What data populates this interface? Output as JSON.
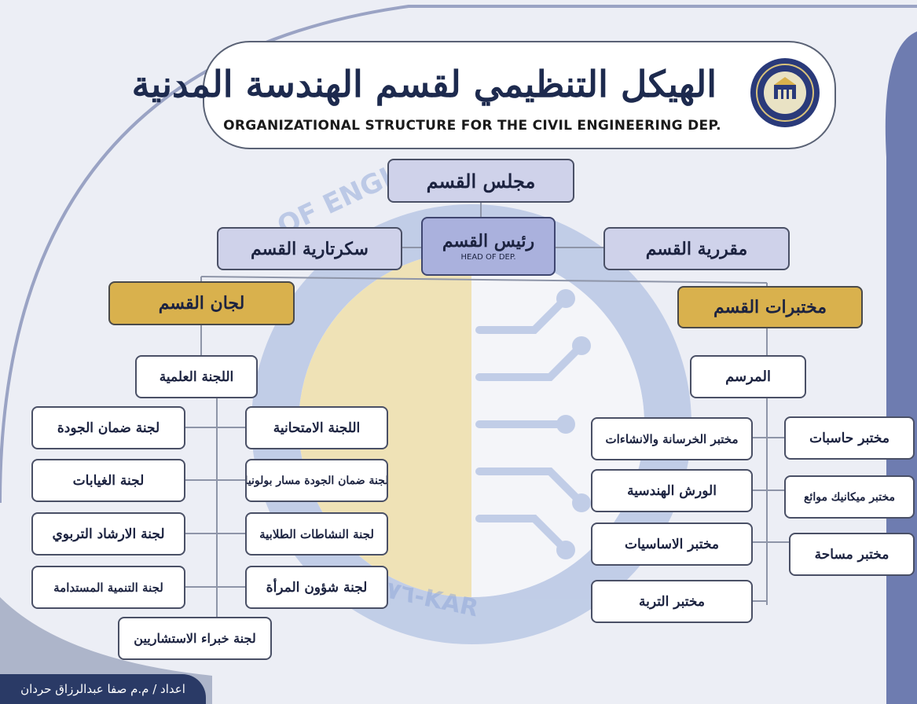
{
  "colors": {
    "background": "#eceef5",
    "navy": "#2a3a66",
    "lavender": "#cfd2ea",
    "head_box": "#aab1dd",
    "gold": "#d9b14d",
    "watermark_blue": "#8ea6d8",
    "watermark_yellow": "#f3d46a"
  },
  "header": {
    "title_ar": "الهيكل التنظيمي لقسم الهندسة المدنية",
    "title_en": "ORGANIZATIONAL STRUCTURE FOR THE CIVIL ENGINEERING DEP."
  },
  "logo": {
    "icon": "university-seal-icon"
  },
  "watermark": {
    "text_left": "OF ENGI",
    "text_bottom": "٧٦-KAR"
  },
  "top": {
    "council": "مجلس القسم",
    "head": "رئيس القسم",
    "head_en": "HEAD OF DEP.",
    "secretary": "سكرتارية القسم",
    "rapporteur": "مقررية القسم"
  },
  "committees": {
    "title": "لجان القسم",
    "scientific": "اللجنة العلمية",
    "exam": "اللجنة الامتحانية",
    "quality_bologna": "لجنة ضمان الجودة مسار بولونيا",
    "student_activities": "لجنة النشاطات الطلابية",
    "women_affairs": "لجنة شؤون المرأة",
    "quality": "لجنة ضمان الجودة",
    "absences": "لجنة الغيابات",
    "guidance": "لجنة الارشاد التربوي",
    "sustainable": "لجنة التنمية المستدامة",
    "advisors": "لجنة خبراء الاستشاريين"
  },
  "labs": {
    "title": "مختبرات القسم",
    "studio": "المرسم",
    "concrete": "مختبر الخرسانة والانشاءات",
    "workshops": "الورش الهندسية",
    "basics": "مختبر الاساسيات",
    "soil": "مختبر التربة",
    "computers": "مختبر حاسبات",
    "fluids": "مختبر ميكانيك موائع",
    "survey": "مختبر مساحة"
  },
  "credit": "اعداد / م.م صفا عبدالرزاق حردان"
}
